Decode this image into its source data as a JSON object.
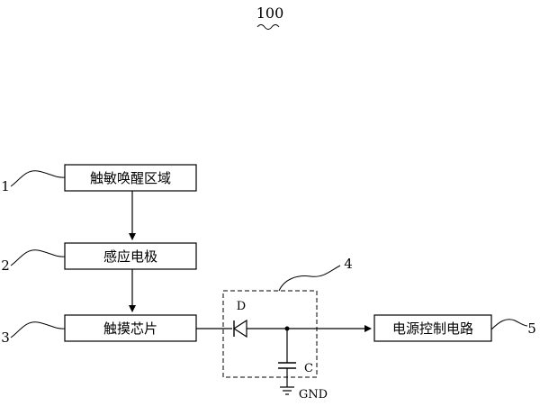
{
  "figure_number": "100",
  "blocks": {
    "touch_wake_area": {
      "label": "触敏唤醒区域",
      "ref": "1"
    },
    "sensing_electrode": {
      "label": "感应电极",
      "ref": "2"
    },
    "touch_chip": {
      "label": "触摸芯片",
      "ref": "3"
    },
    "protection_circuit": {
      "ref": "4"
    },
    "power_control": {
      "label": "电源控制电路",
      "ref": "5"
    }
  },
  "components": {
    "diode": "D",
    "capacitor": "C",
    "ground": "GND"
  }
}
